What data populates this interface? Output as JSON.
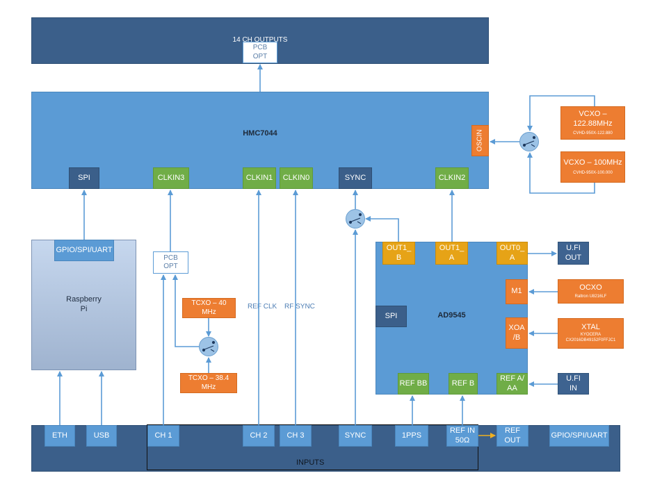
{
  "top": {
    "outputs_label": "14 CH OUTPUTS",
    "pcb_opt_line1": "PCB",
    "pcb_opt_line2": "OPT"
  },
  "hmc": {
    "title": "HMC7044",
    "spi": "SPI",
    "clkin3": "CLKIN3",
    "clkin1": "CLKIN1",
    "clkin0": "CLKIN0",
    "sync": "SYNC",
    "clkin2": "CLKIN2",
    "oscin": "OSCIN"
  },
  "vcxo1": {
    "line1": "VCXO –",
    "line2": "122.88MHz",
    "part": "CVHD-950X-122.880"
  },
  "vcxo2": {
    "line1": "VCXO – 100MHz",
    "part": "CVHD-950X-100.000"
  },
  "rpi": {
    "port": "GPIO/SPI/UART",
    "line1": "Raspberry",
    "line2": "Pi"
  },
  "pcb_opt2": {
    "line1": "PCB",
    "line2": "OPT"
  },
  "tcxo1": {
    "line1": "TCXO – 40",
    "line2": "MHz"
  },
  "tcxo2": {
    "line1": "TCXO – 38.4",
    "line2": "MHz"
  },
  "labels": {
    "ref_clk": "REF CLK",
    "rf_sync": "RF SYNC"
  },
  "ad": {
    "title": "AD9545",
    "spi": "SPI",
    "out1b_l1": "OUT1_",
    "out1b_l2": "B",
    "out1a_l1": "OUT1_",
    "out1a_l2": "A",
    "out0a_l1": "OUT0_",
    "out0a_l2": "A",
    "m1": "M1",
    "xoa_l1": "XOA",
    "xoa_l2": "/B",
    "refbb": "REF BB",
    "refb": "REF B",
    "refa_l1": "REF A/",
    "refa_l2": "AA"
  },
  "ufl_out": {
    "line1": "U.FI",
    "line2": "OUT"
  },
  "ufl_in": {
    "line1": "U.FI",
    "line2": "IN"
  },
  "ocxo": {
    "line1": "OCXO",
    "part": "Raltron U8216LF"
  },
  "xtal": {
    "line1": "XTAL",
    "maker": "KYOCERA",
    "part": "CX2016DB49152F0FFJC1"
  },
  "inputs": {
    "label": "INPUTS",
    "eth": "ETH",
    "usb": "USB",
    "ch1": "CH 1",
    "ch2": "CH 2",
    "ch3": "CH 3",
    "sync": "SYNC",
    "pps": "1PPS",
    "refin_l1": "REF IN",
    "refin_l2": "50Ω",
    "refout_l1": "REF",
    "refout_l2": "OUT",
    "gpio": "GPIO/SPI/UART"
  },
  "colors": {
    "navy": "#3b5f8a",
    "blue": "#5b9bd5",
    "green": "#70ad47",
    "yellow": "#e6a317",
    "orange": "#ed7d31"
  }
}
